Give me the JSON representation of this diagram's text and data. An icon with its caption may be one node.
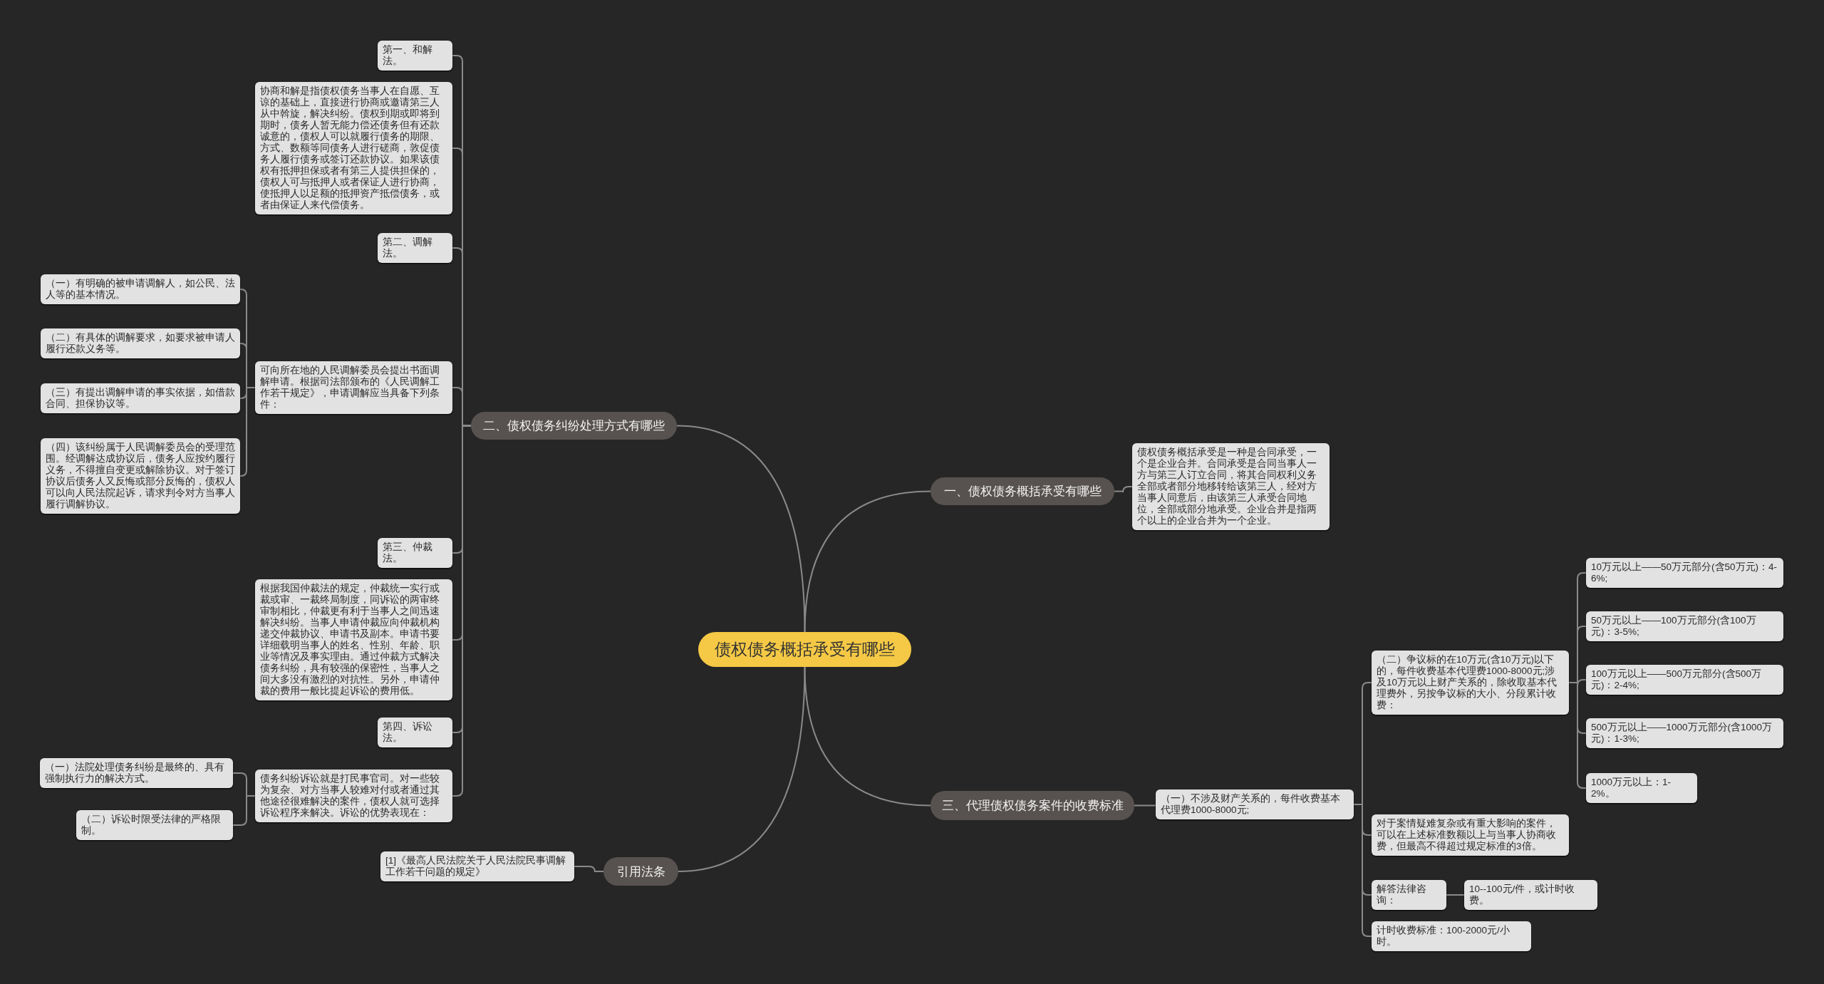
{
  "diagram": {
    "nodes": [
      {
        "text": [
          "债权债务概括承受有哪些"
        ]
      },
      {
        "text": [
          "二、债权债务纠纷处理方式有哪些"
        ]
      },
      {
        "text": [
          "第一、和解法。"
        ]
      },
      {
        "text": [
          "协商和解是指债权债务当事人在自愿、互谅的基础上，直接进行协商或邀请第三人从中斡旋，解决纠纷。债权到期或即将到期时，债务人暂无能力偿还债务但有还款诚意的，债权人可以就履行债务的期限、方式、数额等同债务人进行磋商，敦促债务人履行债务或签订还款协议。如果该债权有抵押担保或者有第三人提供担保的，债权人可与抵押人或者保证人进行协商，使抵押人以足额的抵押资产抵偿债务，或者由保证人来代偿债务。"
        ]
      },
      {
        "text": [
          "第二、调解法。"
        ]
      },
      {
        "text": [
          "可向所在地的人民调解委员会提出书面调解申请。根据司法部颁布的《人民调解工作若干规定》，申请调解应当具备下列条件："
        ]
      },
      {
        "text": [
          "（一）有明确的被申请调解人，如公民、法人等的基本情况。"
        ]
      },
      {
        "text": [
          "（二）有具体的调解要求，如要求被申请人履行还款义务等。"
        ]
      },
      {
        "text": [
          "（三）有提出调解申请的事实依据，如借款合同、担保协议等。"
        ]
      },
      {
        "text": [
          "（四）该纠纷属于人民调解委员会的受理范围。经调解达成协议后，债务人应按约履行义务，不得擅自变更或解除协议。对于签订协议后债务人又反悔或部分反悔的，债权人可以向人民法院起诉，请求判令对方当事人履行调解协议。"
        ]
      },
      {
        "text": [
          "第三、仲裁法。"
        ]
      },
      {
        "text": [
          "根据我国仲裁法的规定，仲裁统一实行或裁或审、一裁终局制度，同诉讼的两审终审制相比，仲裁更有利于当事人之间迅速解决纠纷。当事人申请仲裁应向仲裁机构递交仲裁协议、申请书及副本。申请书要详细载明当事人的姓名、性别、年龄、职业等情况及事实理由。通过仲裁方式解决债务纠纷，具有较强的保密性，当事人之间大多没有激烈的对抗性。另外，申请仲裁的费用一般比提起诉讼的费用低。"
        ]
      },
      {
        "text": [
          "第四、诉讼法。"
        ]
      },
      {
        "text": [
          "债务纠纷诉讼就是打民事官司。对一些较为复杂、对方当事人较难对付或者通过其他途径很难解决的案件，债权人就可选择诉讼程序来解决。诉讼的优势表现在："
        ]
      },
      {
        "text": [
          "（一）法院处理债务纠纷是最终的、具有强制执行力的解决方式。"
        ]
      },
      {
        "text": [
          "（二）诉讼时限受法律的严格限制。"
        ]
      },
      {
        "text": [
          "一、债权债务概括承受有哪些"
        ]
      },
      {
        "text": [
          "债权债务概括承受是一种是合同承受，一个是企业合并。合同承受是合同当事人一方与第三人订立合同，将其合同权利义务全部或者部分地移转给该第三人，经对方当事人同意后，由该第三人承受合同地位，全部或部分地承受。企业合并是指两个以上的企业合并为一个企业。"
        ]
      },
      {
        "text": [
          "三、代理债权债务案件的收费标准"
        ]
      },
      {
        "text": [
          "（一）不涉及财产关系的，每件收费基本代理费1000-8000元;"
        ]
      },
      {
        "text": [
          "（二）争议标的在10万元(含10万元)以下的，每件收费基本代理费1000-8000元;涉及10万元以上财产关系的，除收取基本代理费外，另按争议标的大小、分段累计收费："
        ]
      },
      {
        "text": [
          "10万元以上——50万元部分(含50万元)：4-6%;"
        ]
      },
      {
        "text": [
          "50万元以上——100万元部分(含100万元)：3-5%;"
        ]
      },
      {
        "text": [
          "100万元以上——500万元部分(含500万元)：2-4%;"
        ]
      },
      {
        "text": [
          "500万元以上——1000万元部分(含1000万元)：1-3%;"
        ]
      },
      {
        "text": [
          "1000万元以上：1-2%。"
        ]
      },
      {
        "text": [
          "对于案情疑难复杂或有重大影响的案件，可以在上述标准数额以上与当事人协商收费，但最高不得超过规定标准的3倍。"
        ]
      },
      {
        "text": [
          "解答法律咨询："
        ]
      },
      {
        "text": [
          "10--100元/件，或计时收费。"
        ]
      },
      {
        "text": [
          "计时收费标准：100-2000元/小时。"
        ]
      },
      {
        "text": [
          "引用法条"
        ]
      },
      {
        "text": [
          "[1]《最高人民法院关于人民法院民事调解工作若干问题的规定》"
        ]
      }
    ],
    "edges": [
      {
        "from": 0,
        "to": 1,
        "arrow": "none"
      },
      {
        "from": 1,
        "to": 2,
        "arrow": "none"
      },
      {
        "from": 1,
        "to": 3,
        "arrow": "none"
      },
      {
        "from": 1,
        "to": 4,
        "arrow": "none"
      },
      {
        "from": 1,
        "to": 5,
        "arrow": "none"
      },
      {
        "from": 5,
        "to": 6,
        "arrow": "none"
      },
      {
        "from": 5,
        "to": 7,
        "arrow": "none"
      },
      {
        "from": 5,
        "to": 8,
        "arrow": "none"
      },
      {
        "from": 5,
        "to": 9,
        "arrow": "none"
      },
      {
        "from": 1,
        "to": 10,
        "arrow": "none"
      },
      {
        "from": 1,
        "to": 11,
        "arrow": "none"
      },
      {
        "from": 1,
        "to": 12,
        "arrow": "none"
      },
      {
        "from": 1,
        "to": 13,
        "arrow": "none"
      },
      {
        "from": 13,
        "to": 14,
        "arrow": "none"
      },
      {
        "from": 13,
        "to": 15,
        "arrow": "none"
      },
      {
        "from": 0,
        "to": 16,
        "arrow": "none"
      },
      {
        "from": 16,
        "to": 17,
        "arrow": "none"
      },
      {
        "from": 0,
        "to": 18,
        "arrow": "none"
      },
      {
        "from": 18,
        "to": 19,
        "arrow": "none"
      },
      {
        "from": 19,
        "to": 20,
        "arrow": "none"
      },
      {
        "from": 20,
        "to": 21,
        "arrow": "none"
      },
      {
        "from": 20,
        "to": 22,
        "arrow": "none"
      },
      {
        "from": 20,
        "to": 23,
        "arrow": "none"
      },
      {
        "from": 20,
        "to": 24,
        "arrow": "none"
      },
      {
        "from": 20,
        "to": 25,
        "arrow": "none"
      },
      {
        "from": 19,
        "to": 26,
        "arrow": "none"
      },
      {
        "from": 19,
        "to": 27,
        "arrow": "none"
      },
      {
        "from": 27,
        "to": 28,
        "arrow": "none"
      },
      {
        "from": 19,
        "to": 29,
        "arrow": "none"
      },
      {
        "from": 0,
        "to": 30,
        "arrow": "none"
      },
      {
        "from": 30,
        "to": 31,
        "arrow": "none"
      }
    ]
  }
}
